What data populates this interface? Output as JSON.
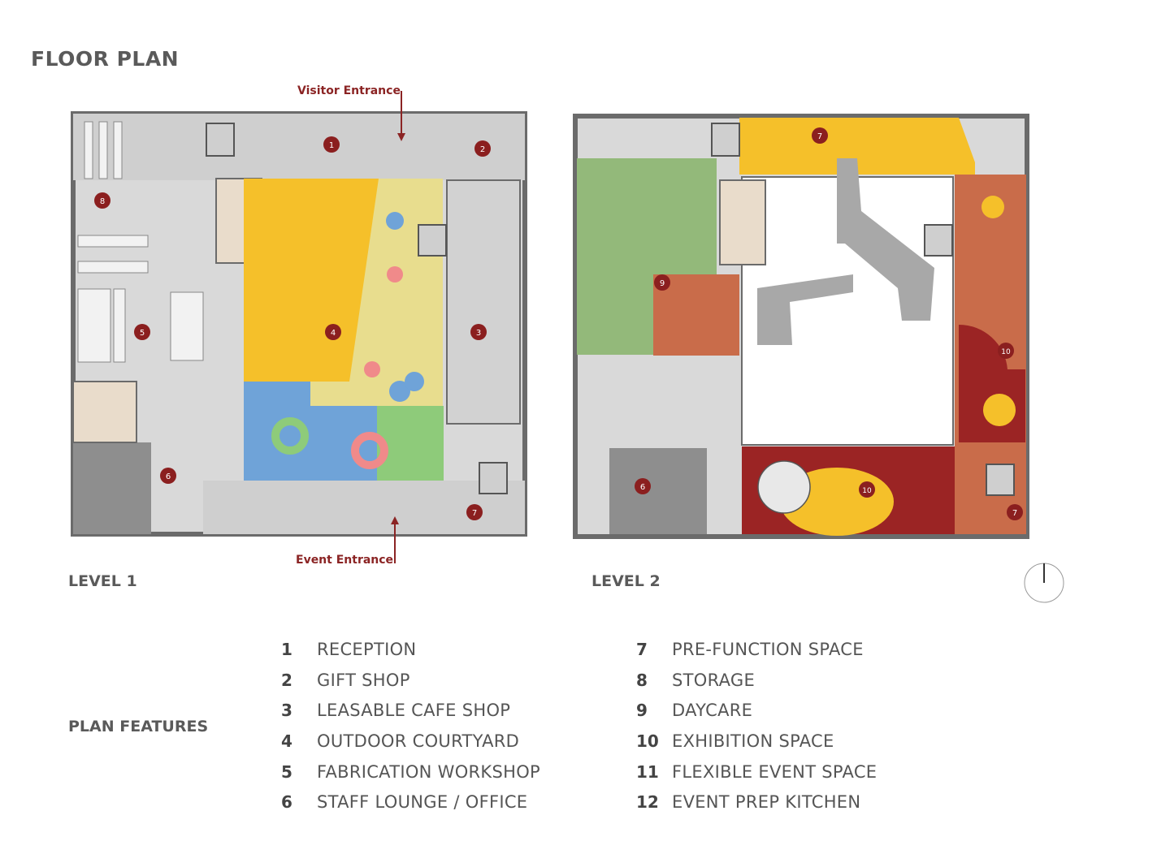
{
  "title": "FLOOR PLAN",
  "levels": [
    {
      "label": "LEVEL 1"
    },
    {
      "label": "LEVEL 2"
    }
  ],
  "entrances": {
    "visitor": "Visitor Entrance",
    "event": "Event Entrance"
  },
  "level1_markers": [
    "1",
    "2",
    "3",
    "4",
    "5",
    "6",
    "7",
    "8"
  ],
  "level2_markers": [
    "6",
    "7",
    "9",
    "10",
    "10",
    "7"
  ],
  "legend_title": "PLAN FEATURES",
  "legend": [
    {
      "num": "1",
      "label": "RECEPTION"
    },
    {
      "num": "2",
      "label": "GIFT SHOP"
    },
    {
      "num": "3",
      "label": "LEASABLE CAFE SHOP"
    },
    {
      "num": "4",
      "label": "OUTDOOR COURTYARD"
    },
    {
      "num": "5",
      "label": "FABRICATION WORKSHOP"
    },
    {
      "num": "6",
      "label": "STAFF LOUNGE / OFFICE"
    },
    {
      "num": "7",
      "label": "PRE-FUNCTION SPACE"
    },
    {
      "num": "8",
      "label": "STORAGE"
    },
    {
      "num": "9",
      "label": "DAYCARE"
    },
    {
      "num": "10",
      "label": "EXHIBITION SPACE"
    },
    {
      "num": "11",
      "label": "FLEXIBLE EVENT SPACE"
    },
    {
      "num": "12",
      "label": "EVENT PREP KITCHEN"
    }
  ],
  "colors": {
    "wall": "#6b6b6b",
    "floor": "#d9d9d9",
    "yellow": "#f5c02a",
    "pale_yellow": "#e8dd8e",
    "blue": "#6fa3d8",
    "green": "#8ecb7a",
    "pink": "#f08a8a",
    "sage": "#93b97a",
    "terracotta": "#c96c4a",
    "maroon": "#9b2424",
    "dark_gray": "#8e8e8e",
    "marker": "#8b1f1f",
    "accent_red": "#8b2424"
  }
}
